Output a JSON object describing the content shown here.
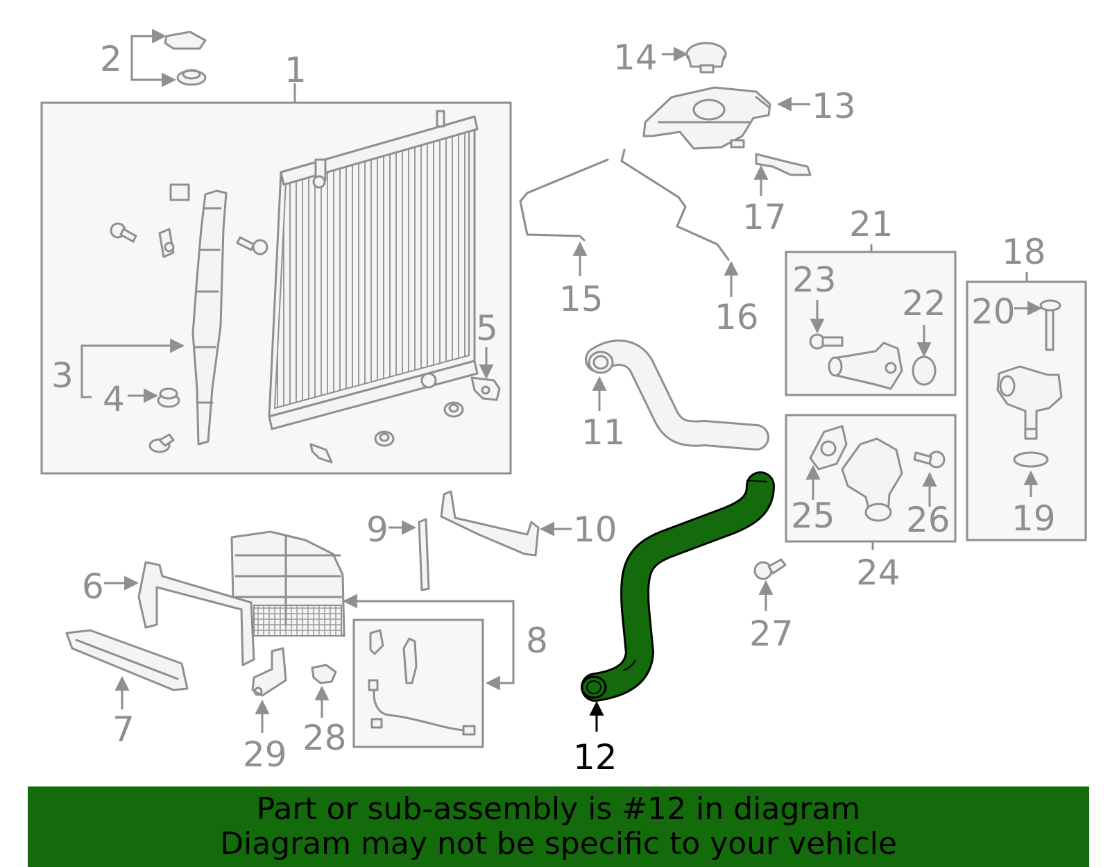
{
  "diagram": {
    "labels": [
      "1",
      "2",
      "3",
      "4",
      "5",
      "6",
      "7",
      "8",
      "9",
      "10",
      "11",
      "12",
      "13",
      "14",
      "15",
      "16",
      "17",
      "18",
      "19",
      "20",
      "21",
      "22",
      "23",
      "24",
      "25",
      "26",
      "27",
      "28",
      "29"
    ],
    "highlighted_part": "12",
    "highlight_color": "#146b0c",
    "line_color": "#8f8f8f"
  },
  "banner": {
    "line1": "Part or sub-assembly is #12 in diagram",
    "line2": "Diagram may not be specific to your vehicle",
    "background": "#146b0c"
  }
}
